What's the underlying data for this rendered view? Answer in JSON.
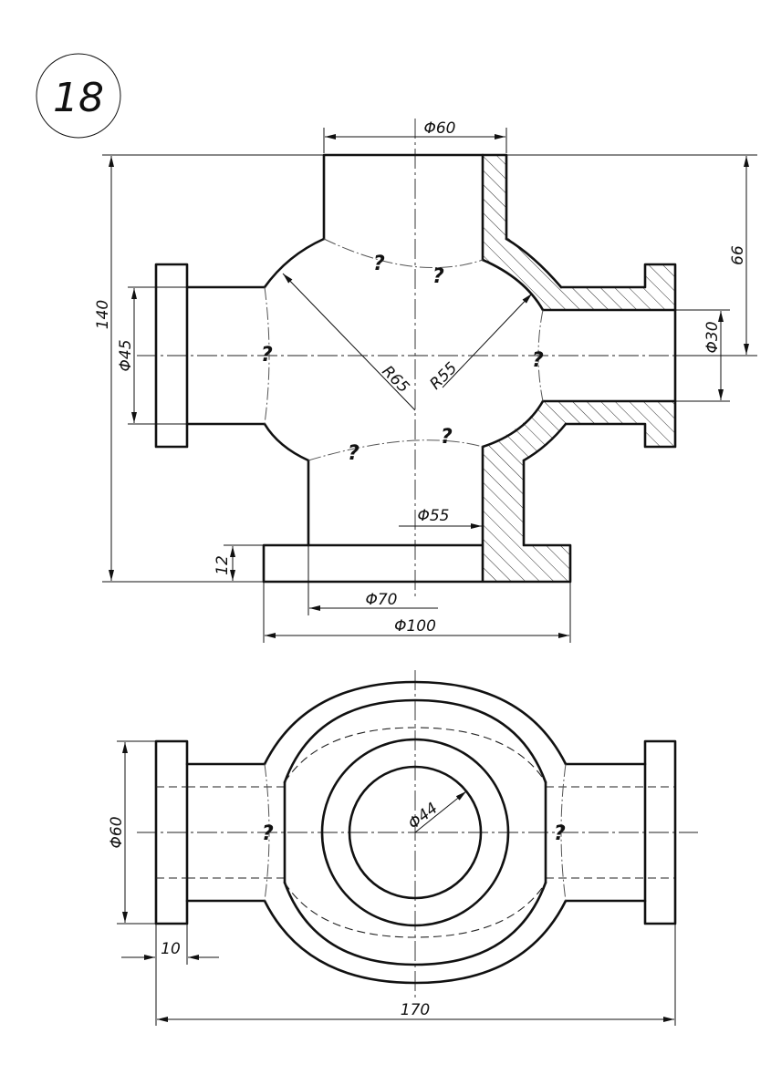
{
  "problem_number": "18",
  "front_view": {
    "dimensions": {
      "top_diameter": "Φ60",
      "overall_height": "140",
      "right_height": "66",
      "left_flange_diameter": "Φ45",
      "right_bore_diameter": "Φ30",
      "outer_radius": "R65",
      "inner_radius": "R55",
      "bottom_bore_diameter": "Φ55",
      "base_thickness": "12",
      "bottom_pipe_diameter": "Φ70",
      "base_diameter": "Φ100"
    },
    "unknown_marks": [
      "?",
      "?",
      "?",
      "?",
      "?",
      "?"
    ]
  },
  "top_view": {
    "dimensions": {
      "inner_circle_diameter": "Φ44",
      "flange_diameter": "Φ60",
      "flange_thickness": "10",
      "overall_width": "170"
    },
    "unknown_marks": [
      "?",
      "?"
    ]
  }
}
